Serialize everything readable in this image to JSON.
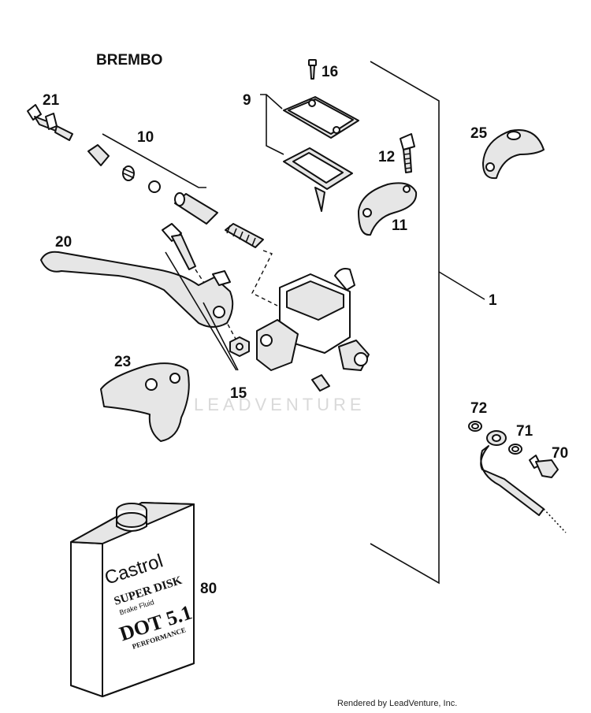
{
  "diagram": {
    "title": "BREMBO",
    "watermark": "LEADVENTURE",
    "callouts": {
      "p1": "1",
      "p9": "9",
      "p10": "10",
      "p11": "11",
      "p12": "12",
      "p15": "15",
      "p16": "16",
      "p20": "20",
      "p21": "21",
      "p23": "23",
      "p25": "25",
      "p70": "70",
      "p71": "71",
      "p72": "72",
      "p80": "80"
    },
    "can_label": {
      "brand": "Castrol",
      "product": "SUPER DISK",
      "subtitle": "Brake Fluid",
      "grade": "DOT 5.1",
      "tagline": "PERFORMANCE"
    }
  },
  "footer": "Rendered by LeadVenture, Inc."
}
